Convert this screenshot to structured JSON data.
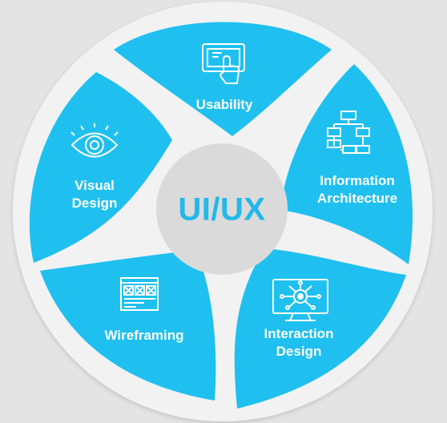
{
  "diagram": {
    "center_title": "UI/UX",
    "segments": [
      {
        "id": "usability",
        "label": [
          "Usability"
        ],
        "icon": "touch-tablet-icon"
      },
      {
        "id": "information-architecture",
        "label": [
          "Information",
          "Architecture"
        ],
        "icon": "sitemap-icon"
      },
      {
        "id": "interaction-design",
        "label": [
          "Interaction",
          "Design"
        ],
        "icon": "monitor-network-icon"
      },
      {
        "id": "wireframing",
        "label": [
          "Wireframing"
        ],
        "icon": "wireframe-layout-icon"
      },
      {
        "id": "visual-design",
        "label": [
          "Visual",
          "Design"
        ],
        "icon": "eye-icon"
      }
    ]
  },
  "colors": {
    "background": "#e4e4e4",
    "ring_outer": "#f2f2f2",
    "segment_fill": "#1fc0f0",
    "center_fill": "#dadada",
    "center_text": "#22b8ea",
    "icon_stroke": "#ffffff"
  }
}
